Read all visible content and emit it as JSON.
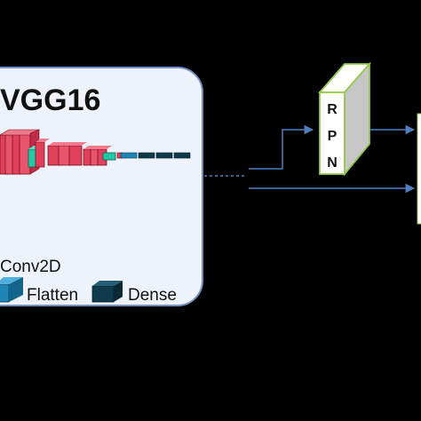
{
  "diagram": {
    "backbone": {
      "title": "VGG16"
    },
    "legend": [
      {
        "label": "Conv2D",
        "color": "#e0405a"
      },
      {
        "label": "Flatten",
        "color": "#1e86b4"
      },
      {
        "label": "Dense",
        "color": "#0f3a4b"
      }
    ],
    "rpn": {
      "letters": [
        "R",
        "P",
        "N"
      ]
    },
    "colors": {
      "background": "#000000",
      "panel": "#eef3fb",
      "panel_border": "#6f8fc4",
      "arrow": "#4f7fbf",
      "rpn_border": "#93c94a",
      "conv": "#e0405a",
      "pool": "#23c9a6",
      "flatten": "#1e86b4",
      "dense": "#0f3a4b"
    }
  }
}
